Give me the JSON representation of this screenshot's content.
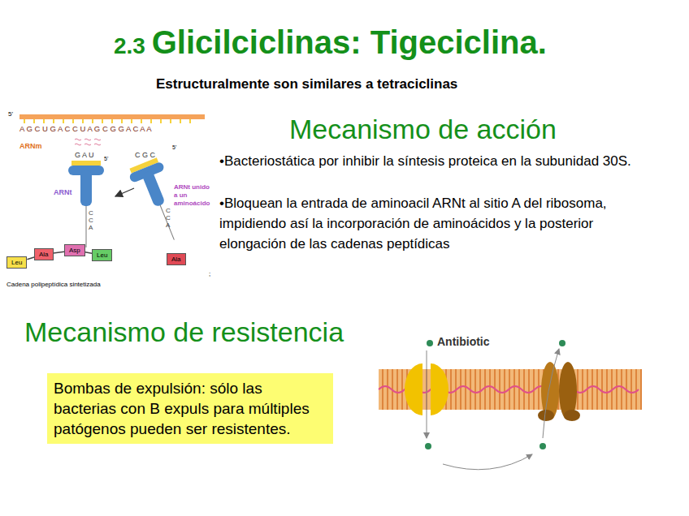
{
  "diagram": {
    "title": "2.3 Glicilciclinas: Tigeciclina.",
    "nodes": [
      {
        "text": [
          "Bombas de expulsión: sólo las bacterias con B expuls para múltiples patógenos pueden ser resistentes."
        ]
      },
      {
        "text": [
          "Leu"
        ]
      },
      {
        "text": [
          "Ala"
        ]
      },
      {
        "text": [
          "Asp"
        ]
      },
      {
        "text": [
          "Leu"
        ]
      },
      {
        "text": [
          "Ala"
        ]
      }
    ],
    "edges": [
      {
        "from": 1,
        "to": 2,
        "arrow": "none"
      },
      {
        "from": 2,
        "to": 3,
        "arrow": "none"
      },
      {
        "from": 3,
        "to": 4,
        "arrow": "none"
      }
    ],
    "labels": [
      "Estructuralmente son similares a tetraciclinas",
      "Mecanismo de acción",
      "•Bacteriostática por inhibir la síntesis proteica en la subunidad 30S.",
      "•Bloquean la entrada de aminoacil ARNt al sitio A del ribosoma, impidiendo así la incorporación de aminoácidos y la posterior elongación de las cadenas peptídicas",
      "Mecanismo de resistencia",
      "5'",
      "A G C U G A C C U A G C G G A C A A",
      "ARNm",
      "G A U",
      "5'",
      "C G C",
      "5'",
      "ARNt",
      "ARNt unido a un aminoácido",
      "C C A",
      "C C A",
      "Cadena polipeptídica sintetizada",
      ";",
      "Antibiotic"
    ]
  }
}
